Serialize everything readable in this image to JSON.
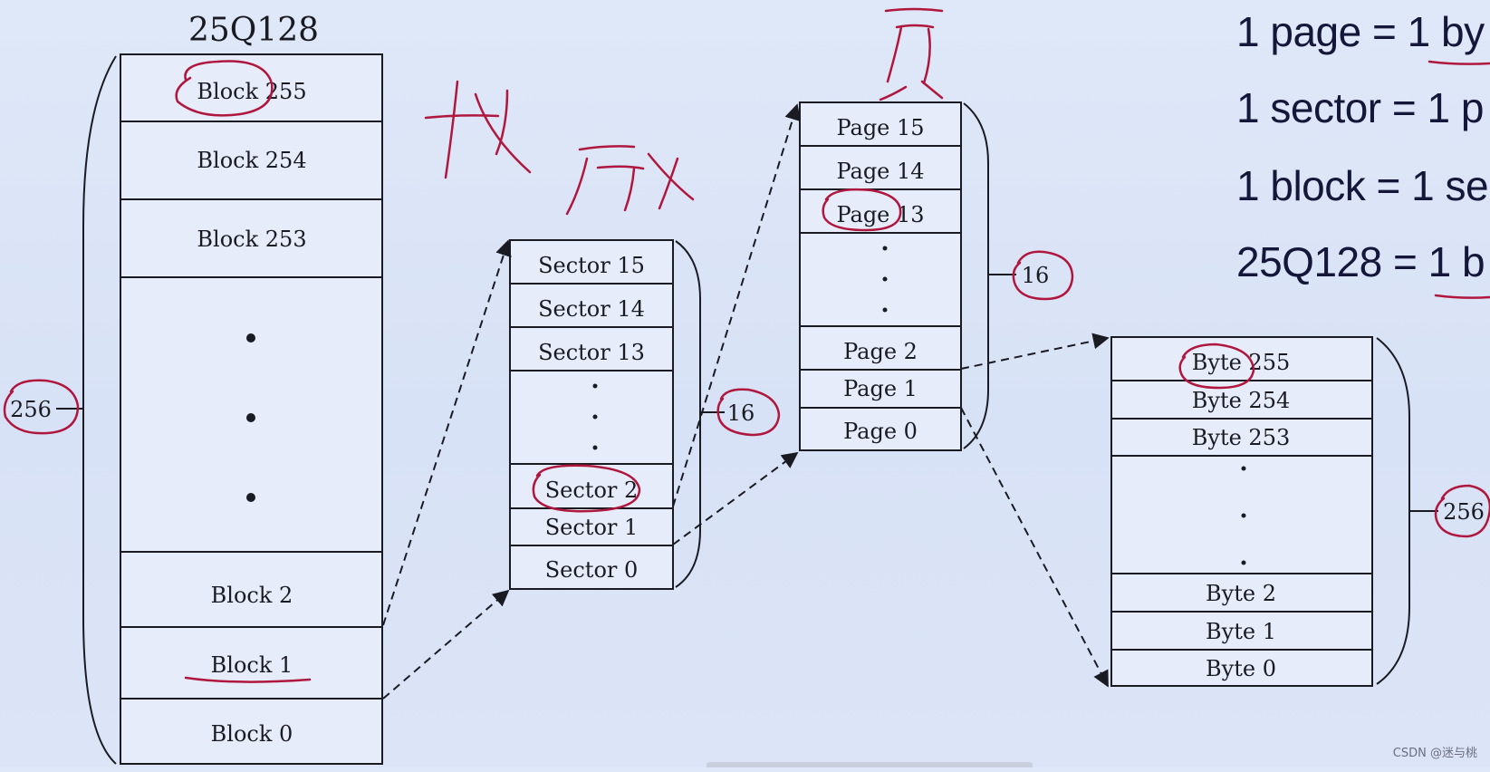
{
  "colors": {
    "ink": "#1a1a22",
    "annotation": "#b0173e",
    "box_fill": "#e6ecf9"
  },
  "chip_title": "25Q128",
  "blocks": {
    "top": [
      "Block 255",
      "Block 254",
      "Block 253"
    ],
    "bottom": [
      "Block 2",
      "Block 1",
      "Block 0"
    ],
    "count_label": "256"
  },
  "sectors": {
    "top": [
      "Sector 15",
      "Sector 14",
      "Sector 13"
    ],
    "bottom": [
      "Sector 2",
      "Sector 1",
      "Sector 0"
    ],
    "count_label": "16"
  },
  "pages": {
    "top": [
      "Page 15",
      "Page 14",
      "Page 13"
    ],
    "bottom": [
      "Page 2",
      "Page 1",
      "Page 0"
    ],
    "count_label": "16"
  },
  "bytes": {
    "top": [
      "Byte 255",
      "Byte 254",
      "Byte 253"
    ],
    "bottom": [
      "Byte 2",
      "Byte 1",
      "Byte 0"
    ],
    "count_label": "256"
  },
  "formulas": [
    "1 page = 1 by",
    "1 sector = 1 p",
    "1 block = 1 se",
    "25Q128 = 1 b"
  ],
  "watermark": "CSDN @迷与桃"
}
